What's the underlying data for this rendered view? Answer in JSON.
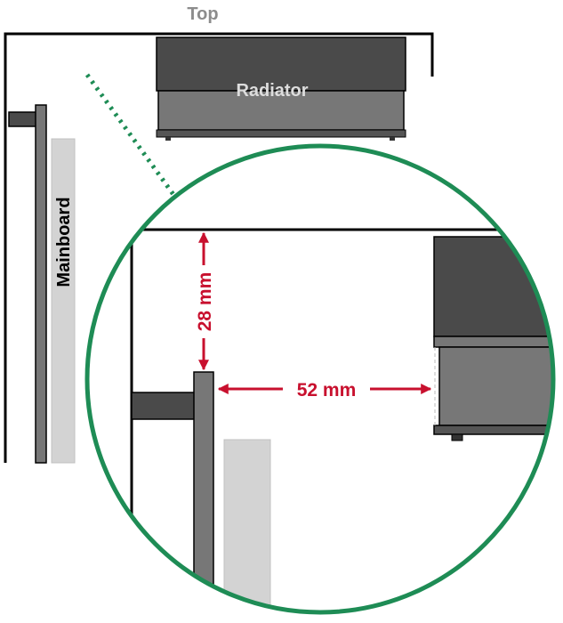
{
  "labels": {
    "top": "Top",
    "radiator": "Radiator",
    "mainboard": "Mainboard",
    "dim_vertical": "28 mm",
    "dim_horizontal": "52 mm"
  },
  "colors": {
    "accent_green": "#1e8c55",
    "dimension_red": "#c8102e",
    "radiator_dark": "#4a4a4a",
    "radiator_mid": "#777777",
    "board_light": "#d3d3d3",
    "outline": "#000000",
    "top_label_gray": "#8c8c8c"
  }
}
